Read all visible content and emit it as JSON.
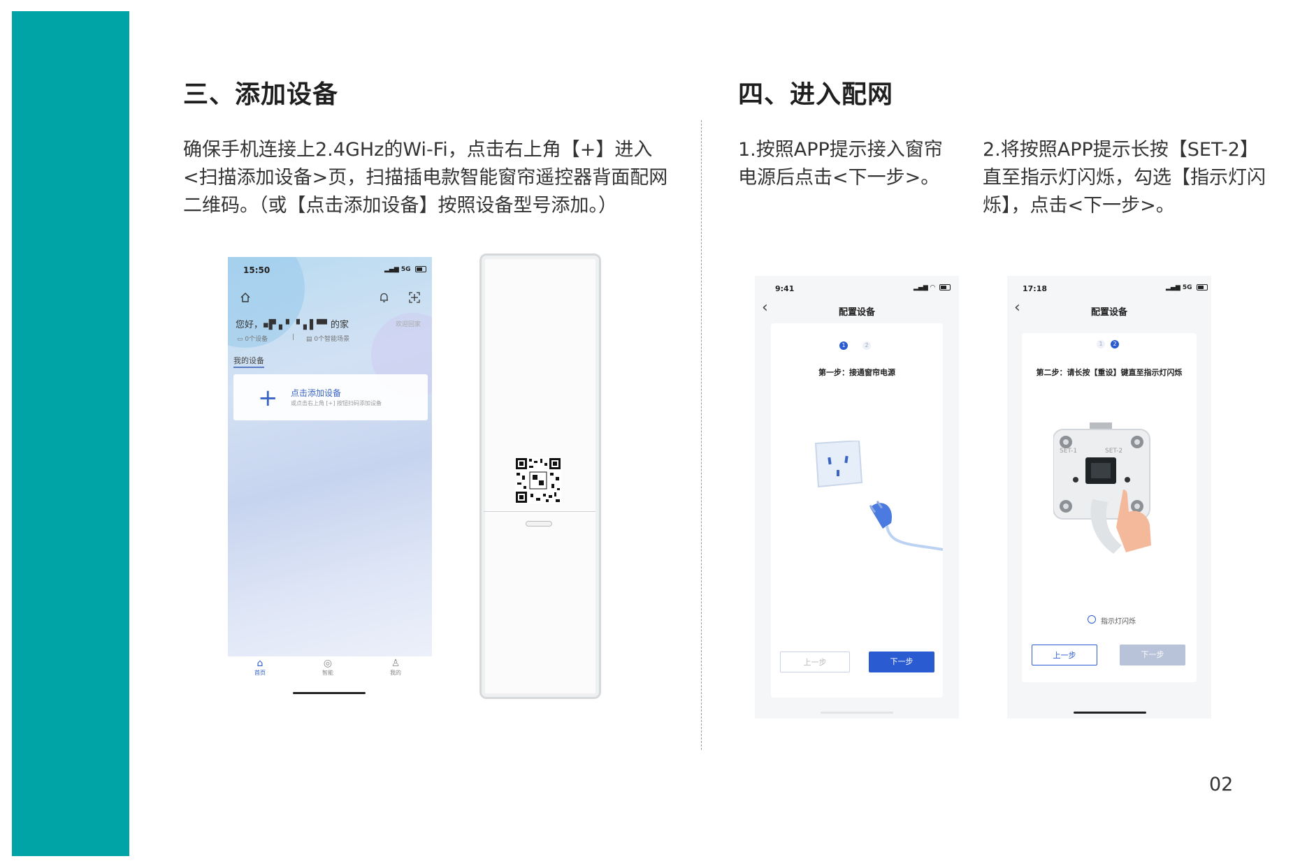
{
  "section3": {
    "title": "三、添加设备",
    "lines": [
      "确保手机连接上2.4GHz的Wi-Fi，点击右上角【+】进入",
      "<扫描添加设备>页，扫描插电款智能窗帘遥控器背面配网",
      "二维码。（或【点击添加设备】按照设备型号添加。）"
    ]
  },
  "section4": {
    "title": "四、进入配网",
    "step1_lines": [
      "1.按照APP提示接入窗帘",
      "电源后点击<下一步>。"
    ],
    "step2_lines": [
      "2.将按照APP提示长按【SET-2】",
      "直至指示灯闪烁，勾选【指示灯闪",
      "烁】，点击<下一步>。"
    ]
  },
  "home_screen": {
    "time": "15:50",
    "signal": "5G",
    "greeting": "您好，▪▛ ▖▘▝▗ ▌▀▘的家",
    "welcome": "欢迎回家",
    "device_count": "0个设备",
    "scene_count": "0个智能场景",
    "my_devices": "我的设备",
    "add_device": "点击添加设备",
    "add_hint": "或点击右上角 [+] 按钮扫码添加设备",
    "tabs": [
      "首页",
      "智能",
      "我的"
    ]
  },
  "config_screen_1": {
    "time": "9:41",
    "title": "配置设备",
    "steps": [
      "1",
      "2"
    ],
    "step_text": "第一步：接通窗帘电源",
    "prev_button": "上一步",
    "next_button": "下一步"
  },
  "config_screen_2": {
    "time": "17:18",
    "signal": "5G",
    "title": "配置设备",
    "steps": [
      "1",
      "2"
    ],
    "step_text": "第二步：请长按【重设】键直至指示灯闪烁",
    "set1": "SET-1",
    "set2": "SET-2",
    "checkbox_label": "指示灯闪烁",
    "prev_button": "上一步",
    "next_button": "下一步"
  },
  "page_number": "02",
  "colors": {
    "accent": "#00a3a6",
    "app_blue": "#2a5bd0"
  }
}
